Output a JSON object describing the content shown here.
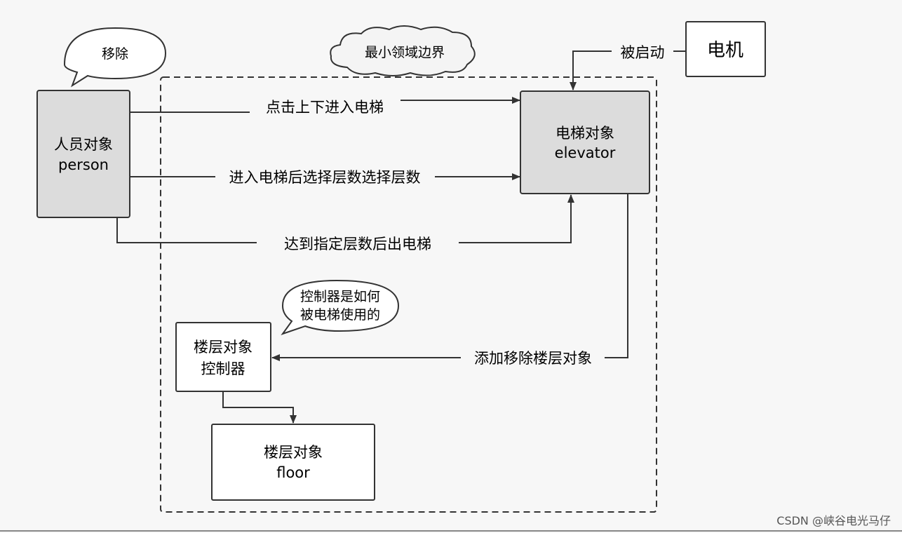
{
  "nodes": {
    "person": {
      "line1": "人员对象",
      "line2": "person"
    },
    "elevator": {
      "line1": "电梯对象",
      "line2": "elevator"
    },
    "motor": {
      "label": "电机"
    },
    "floor_controller": {
      "line1": "楼层对象",
      "line2": "控制器"
    },
    "floor": {
      "line1": "楼层对象",
      "line2": "floor"
    }
  },
  "bubbles": {
    "remove": "移除",
    "boundary": "最小领域边界",
    "controller_question_line1": "控制器是如何",
    "controller_question_line2": "被电梯使用的"
  },
  "edges": {
    "motor_to_elevator": "被启动",
    "person_click": "点击上下进入电梯",
    "person_select_floor": "进入电梯后选择层数选择层数",
    "person_exit": "达到指定层数后出电梯",
    "elevator_to_controller": "添加移除楼层对象"
  },
  "watermark": "CSDN @峡谷电光马仔"
}
